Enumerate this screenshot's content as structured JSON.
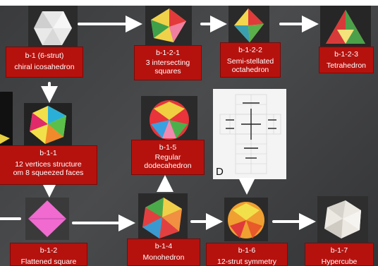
{
  "header_fragment": "",
  "nodes": [
    {
      "id": "b1",
      "lines": [
        "b-1 (6-strut)",
        "chiral icosahedron"
      ]
    },
    {
      "id": "b121",
      "lines": [
        "b-1-2-1",
        "3 intersecting",
        "squares"
      ]
    },
    {
      "id": "b122",
      "lines": [
        "b-1-2-2",
        "Semi-stellated",
        "octahedron"
      ]
    },
    {
      "id": "b123",
      "lines": [
        "b-1-2-3",
        "Tetrahedron"
      ]
    },
    {
      "id": "b11",
      "lines": [
        "b-1-1",
        "12 vertices structure",
        "om 8 squeezed faces"
      ]
    },
    {
      "id": "b15",
      "lines": [
        "b-1-5",
        "Regular",
        "dodecahedron"
      ]
    },
    {
      "id": "b12",
      "lines": [
        "b-1-2",
        "Flattened square"
      ]
    },
    {
      "id": "b14",
      "lines": [
        "b-1-4",
        "Monohedron"
      ]
    },
    {
      "id": "b16",
      "lines": [
        "b-1-6",
        "12-strut symmetry"
      ]
    },
    {
      "id": "b17",
      "lines": [
        "b-1-7",
        "Hypercube"
      ]
    }
  ],
  "diagram_card": {
    "letter": "D"
  },
  "colors": {
    "label_bg": "#b5120e",
    "label_text": "#ffffff",
    "arrow": "#ffffff",
    "background": "#3f4042"
  }
}
